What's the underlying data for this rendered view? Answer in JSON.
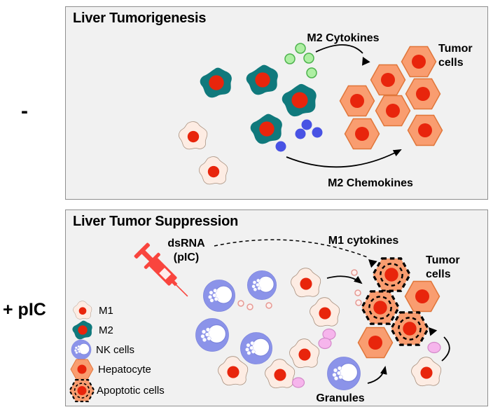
{
  "gutter": {
    "minus_label": "-",
    "pic_label": "+ pIC"
  },
  "colors": {
    "panel_bg": "#f1f1f1",
    "panel_border": "#8f8f8f",
    "m2_fill": "#10797c",
    "nucleus": "#e8250c",
    "tumor_fill": "#f99d70",
    "tumor_stroke": "#e0763a",
    "m1_fill": "#fdece3",
    "m1_stroke": "#a8907e",
    "nk_fill": "#8b93e9",
    "nk_stroke": "#7c85dc",
    "cytokine_green_fill": "#aeefa3",
    "cytokine_green_stroke": "#4db34d",
    "chemokine_blue": "#4852e4",
    "granule_fill": "#f6b5ec",
    "granule_stroke": "#d389c9",
    "ring_stroke": "#e79a94",
    "syringe_red": "#f9453e",
    "arrow": "#000000",
    "text": "#000000"
  },
  "panels": {
    "tumorigenesis": {
      "title": "Liver Tumorigenesis",
      "labels": {
        "m2_cytokines": "M2 Cytokines",
        "tumor_cells_line1": "Tumor",
        "tumor_cells_line2": "cells",
        "m2_chemokines": "M2 Chemokines"
      }
    },
    "suppression": {
      "title": "Liver Tumor Suppression",
      "labels": {
        "dsrna_line1": "dsRNA",
        "dsrna_line2": "(pIC)",
        "m1_cytokines": "M1 cytokines",
        "tumor_cells_line1": "Tumor",
        "tumor_cells_line2": "cells",
        "granules": "Granules"
      },
      "legend": {
        "items": [
          {
            "icon": "m1-cell-icon",
            "label": "M1"
          },
          {
            "icon": "m2-cell-icon",
            "label": "M2"
          },
          {
            "icon": "nk-cell-icon",
            "label": "NK cells"
          },
          {
            "icon": "hepatocyte-icon",
            "label": "Hepatocyte"
          },
          {
            "icon": "apoptotic-cell-icon",
            "label": "Apoptotic cells"
          }
        ]
      }
    }
  }
}
